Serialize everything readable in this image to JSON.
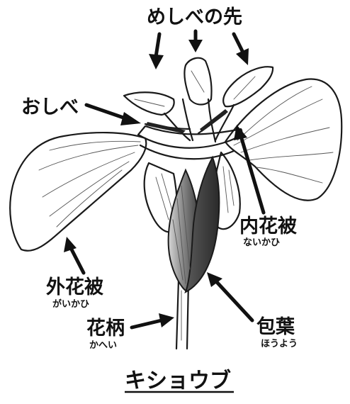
{
  "title": "キショウブ",
  "labels": {
    "stigma": {
      "text": "めしべの先"
    },
    "stamen": {
      "text": "おしべ"
    },
    "inner_tepal": {
      "text": "内花被",
      "reading": "ないかひ"
    },
    "outer_tepal": {
      "text": "外花被",
      "reading": "がいかひ"
    },
    "pedicel": {
      "text": "花柄",
      "reading": "かへい"
    },
    "bract": {
      "text": "包葉",
      "reading": "ほうよう"
    }
  }
}
